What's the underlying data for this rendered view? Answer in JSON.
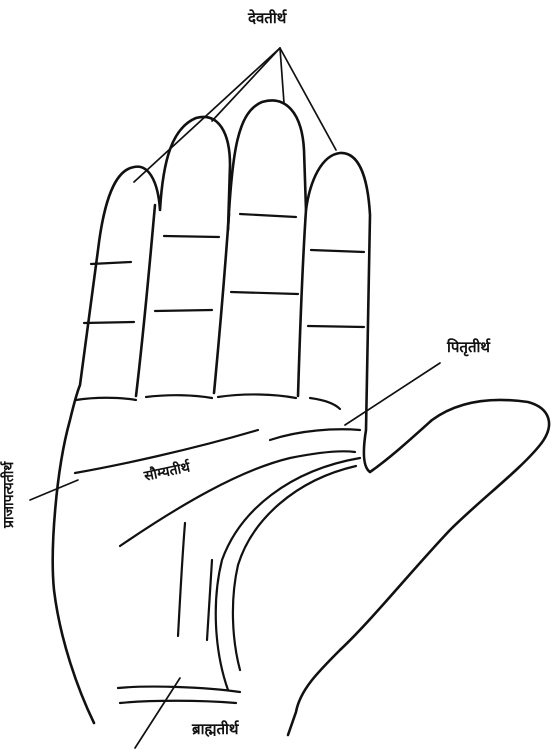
{
  "labels": {
    "deva_tirtha": "देवतीर्थ",
    "pitri_tirtha": "पितृतीर्थ",
    "saumya_tirtha": "सौम्यतीर्थ",
    "prajapatya_tirtha": "प्राजापत्यतीर्थ",
    "brahma_tirtha": "ब्राह्मतीर्थ"
  }
}
